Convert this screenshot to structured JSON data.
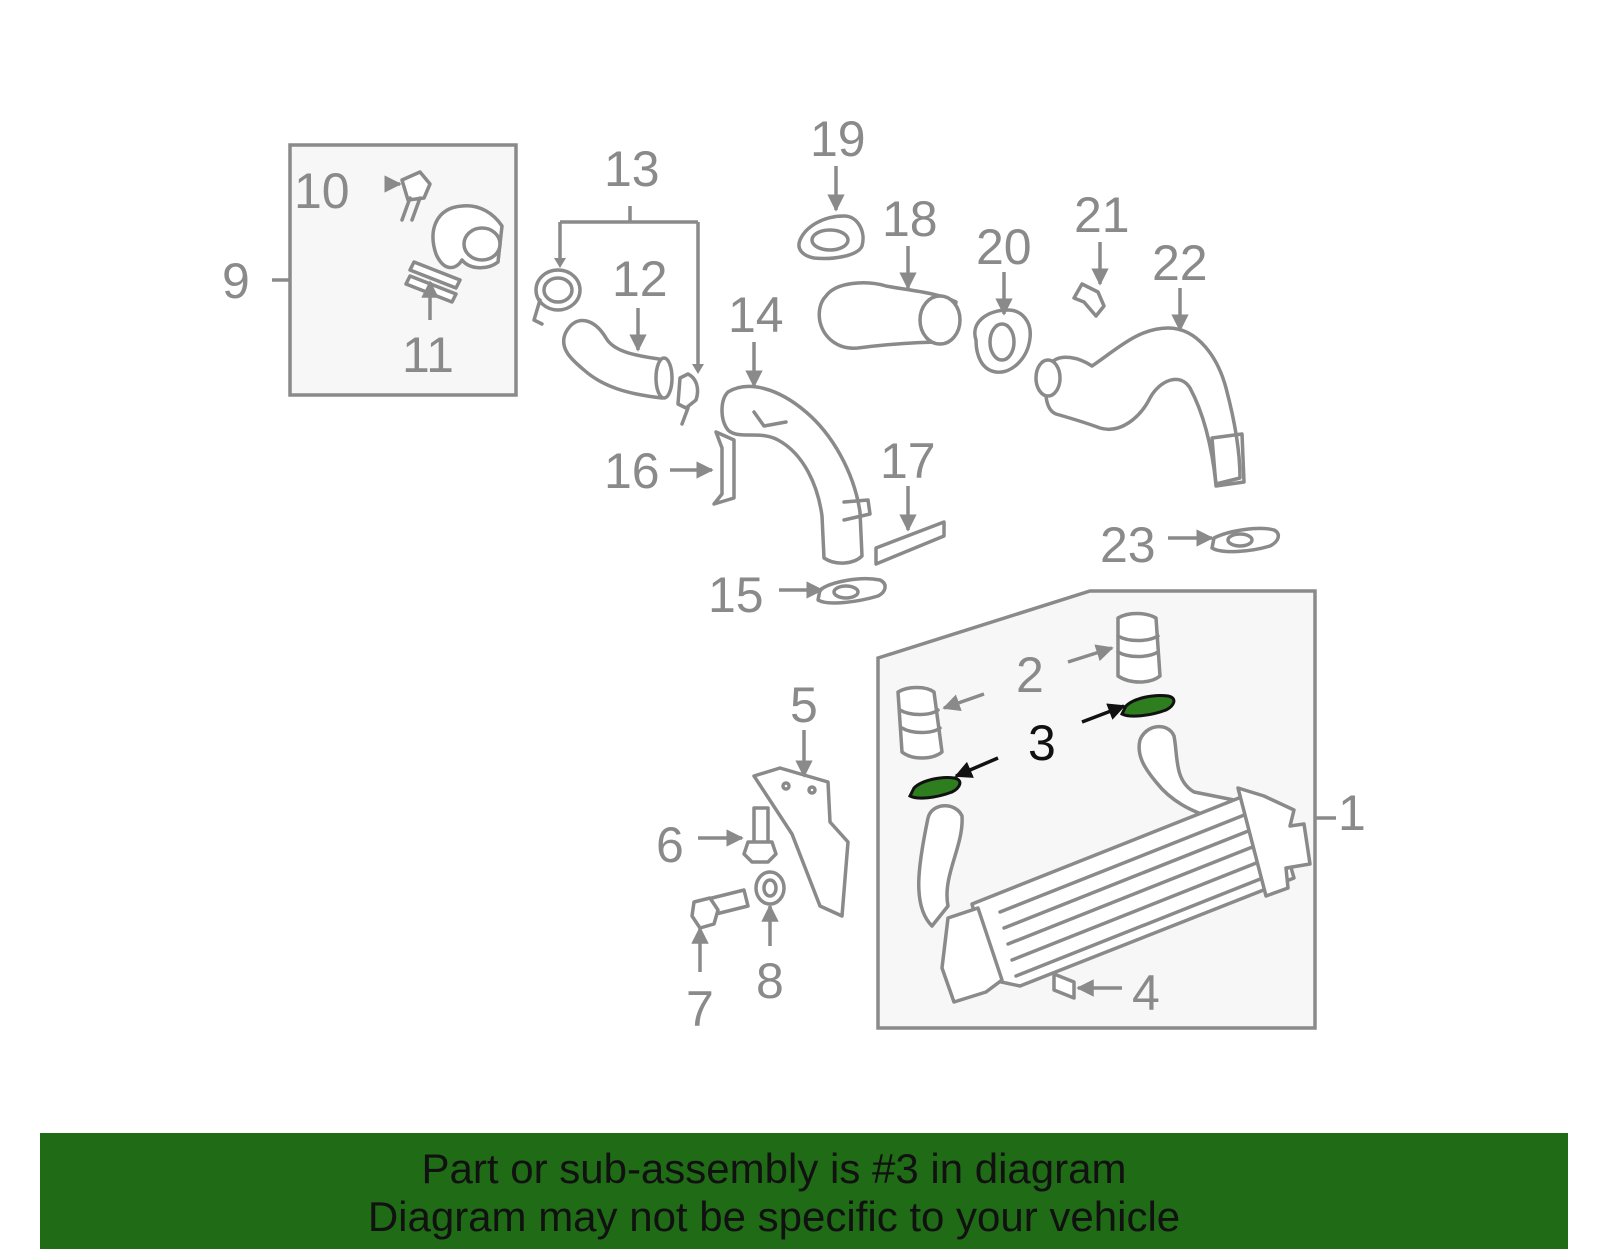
{
  "diagram": {
    "callouts": [
      "1",
      "2",
      "3",
      "4",
      "5",
      "6",
      "7",
      "8",
      "9",
      "10",
      "11",
      "12",
      "13",
      "14",
      "15",
      "16",
      "17",
      "18",
      "19",
      "20",
      "21",
      "22",
      "23"
    ],
    "highlight_callout": "3",
    "highlight_color": "#2e7d1e",
    "line_color": "#8a8a8a"
  },
  "footer": {
    "line1": "Part or sub-assembly is #3 in diagram",
    "line2": "Diagram may not be specific to your vehicle",
    "background": "#1f6b16"
  }
}
